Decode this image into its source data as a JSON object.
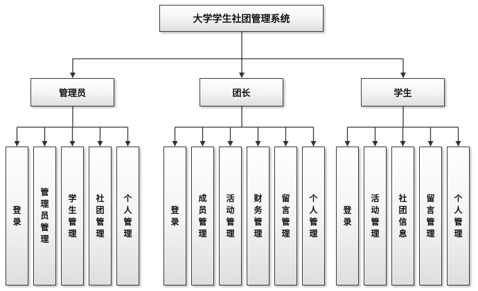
{
  "root": {
    "label": "大学学生社团管理系统"
  },
  "roles": [
    {
      "label": "管理员",
      "functions": [
        "登录",
        "管理员管理",
        "学生管理",
        "社团管理",
        "个人管理"
      ]
    },
    {
      "label": "团长",
      "functions": [
        "登录",
        "成员管理",
        "活动管理",
        "财务管理",
        "留言管理",
        "个人管理"
      ]
    },
    {
      "label": "学生",
      "functions": [
        "登录",
        "活动管理",
        "社团信息",
        "留言管理",
        "个人管理"
      ]
    }
  ],
  "colors": {
    "line": "#333333",
    "border": "#3a3a3a",
    "fill": "#f3f3f3"
  }
}
